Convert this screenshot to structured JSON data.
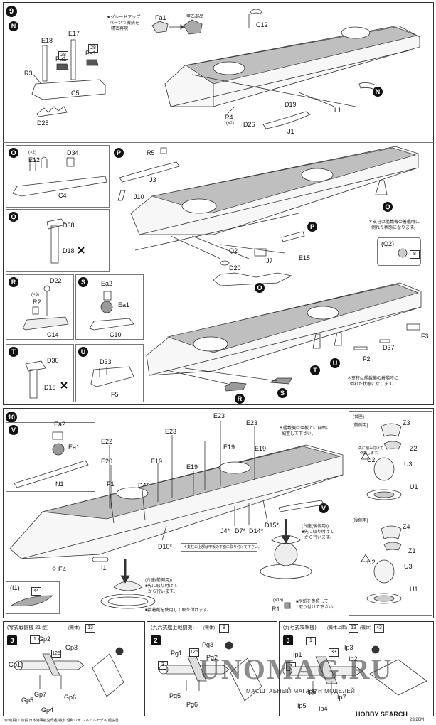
{
  "step9": {
    "number": "9",
    "subN": {
      "letter": "N",
      "parts": [
        "E18",
        "E17",
        "Fa1",
        "Fa1",
        "R3",
        "C5",
        "D25",
        "C12",
        "D19",
        "L1",
        "R4",
        "(×2)",
        "D26",
        "J1"
      ],
      "badges": [
        "28",
        "28"
      ],
      "note_l1": "★グレードアップ",
      "note_l2": "パーツで機銃を",
      "note_l3": "精密再現！",
      "note_fa1": "Fa1",
      "note_ko": "甲乙部品"
    },
    "subO": {
      "letter": "O",
      "parts": [
        "(×2)",
        "E12",
        "D34",
        "C4"
      ]
    },
    "subP": {
      "letter": "P",
      "parts": [
        "R5",
        "J3",
        "J10",
        "Q2",
        "D20",
        "J7",
        "E15"
      ],
      "note_l1": "＊支柱は艦載機の着艦時に",
      "note_l2": "倒れた状態になります。",
      "q2_label": "(Q2)",
      "q2_ref": "8"
    },
    "subQ": {
      "letter": "Q",
      "parts": [
        "D38",
        "D18"
      ]
    },
    "subR": {
      "letter": "R",
      "parts": [
        "D22",
        "(×3)",
        "R2",
        "C14"
      ]
    },
    "subS": {
      "letter": "S",
      "parts": [
        "Ea2",
        "Ea1",
        "C10"
      ]
    },
    "subT": {
      "letter": "T",
      "parts": [
        "D30",
        "D18"
      ]
    },
    "subU": {
      "letter": "U",
      "parts": [
        "D33",
        "F5",
        "F3",
        "D37",
        "F2"
      ],
      "note_l1": "＊支柱は艦載機の着艦時に",
      "note_l2": "倒れた状態になります。"
    }
  },
  "step10": {
    "number": "10",
    "subV": {
      "letter": "V",
      "parts": [
        "Ea2",
        "Ea1",
        "N1"
      ]
    },
    "masts": [
      "E23",
      "E23",
      "E23",
      "E22",
      "E19",
      "E19",
      "E19",
      "E20",
      "E19",
      "F1",
      "D4*",
      "D15*",
      "J4*",
      "D7*",
      "D14*",
      "D10*",
      "E4",
      "I1"
    ],
    "note_deck_l1": "＊艦載機は甲板上に自由に",
    "note_deck_l2": "配置して下さい。",
    "note_star": "＊支柱の上部は甲板の下面に取り付けて下さい。",
    "stand_rear_title": "(台座(後側用))",
    "stand_rear_l1": "■先に取り付けて",
    "stand_rear_l2": "から行います。",
    "stand_front_title": "(台座(前側用))",
    "stand_front_l1": "■先に取り付けて",
    "stand_front_l2": "から行います。",
    "stand_front_l3": "■接着剤を使用して取り付けます。",
    "r1_label": "R1",
    "r1_count": "(×16)",
    "r1_note_l1": "■別紙を参照して",
    "r1_note_l2": "取り付けて下さい。",
    "inset_label": "(I1)",
    "inset_badge": "44",
    "side": {
      "title": "(台座)",
      "front_label": "[前側用]",
      "rear_label": "[後側用]",
      "front_parts": [
        "Z3",
        "Z2",
        "U2",
        "U3",
        "U1"
      ],
      "rear_parts": [
        "Z4",
        "Z1",
        "U2",
        "U3",
        "U1"
      ],
      "note_l1": "先に組み付けて",
      "note_l2": "作業します。"
    }
  },
  "planes": [
    {
      "title": "(零式戦闘機 21 型)",
      "qty": "(機体)",
      "ref": "13",
      "step": "3",
      "parts": [
        "Gp2",
        "Gp3",
        "Gp1",
        "Gp5",
        "Gp7",
        "Gp6",
        "Gp4"
      ],
      "badges": [
        "1",
        "125"
      ]
    },
    {
      "title": "(九六式艦上戦闘機)",
      "qty": "(機体)",
      "ref": "8",
      "step": "2",
      "parts": [
        "Pg3",
        "Pg1",
        "Pg2",
        "Pg5",
        "Pg6"
      ],
      "badges": [
        "3",
        "125"
      ]
    },
    {
      "title": "(九七式攻撃機)",
      "qty": "(機体上面)",
      "ref": "13",
      "qty2": "(機体)",
      "ref2": "43",
      "step": "3",
      "parts": [
        "Ip3",
        "Ip1",
        "Ip2",
        "Ip6",
        "Ip7",
        "Ip5",
        "Ip4"
      ],
      "badges": [
        "1",
        "33",
        "3"
      ]
    }
  ],
  "footer": {
    "left": "赤城(飛)・加賀 日本海軍航空母艦 特集 昭和17年 フルハルモデル 組説書",
    "right": "23/26M"
  },
  "watermark": {
    "main": "UNOMAG.RU",
    "sub": "МАСШТАБНЫЙ МАГАЗИН МОДЕЛЕЙ",
    "site": "HOBBY SEARCH"
  }
}
